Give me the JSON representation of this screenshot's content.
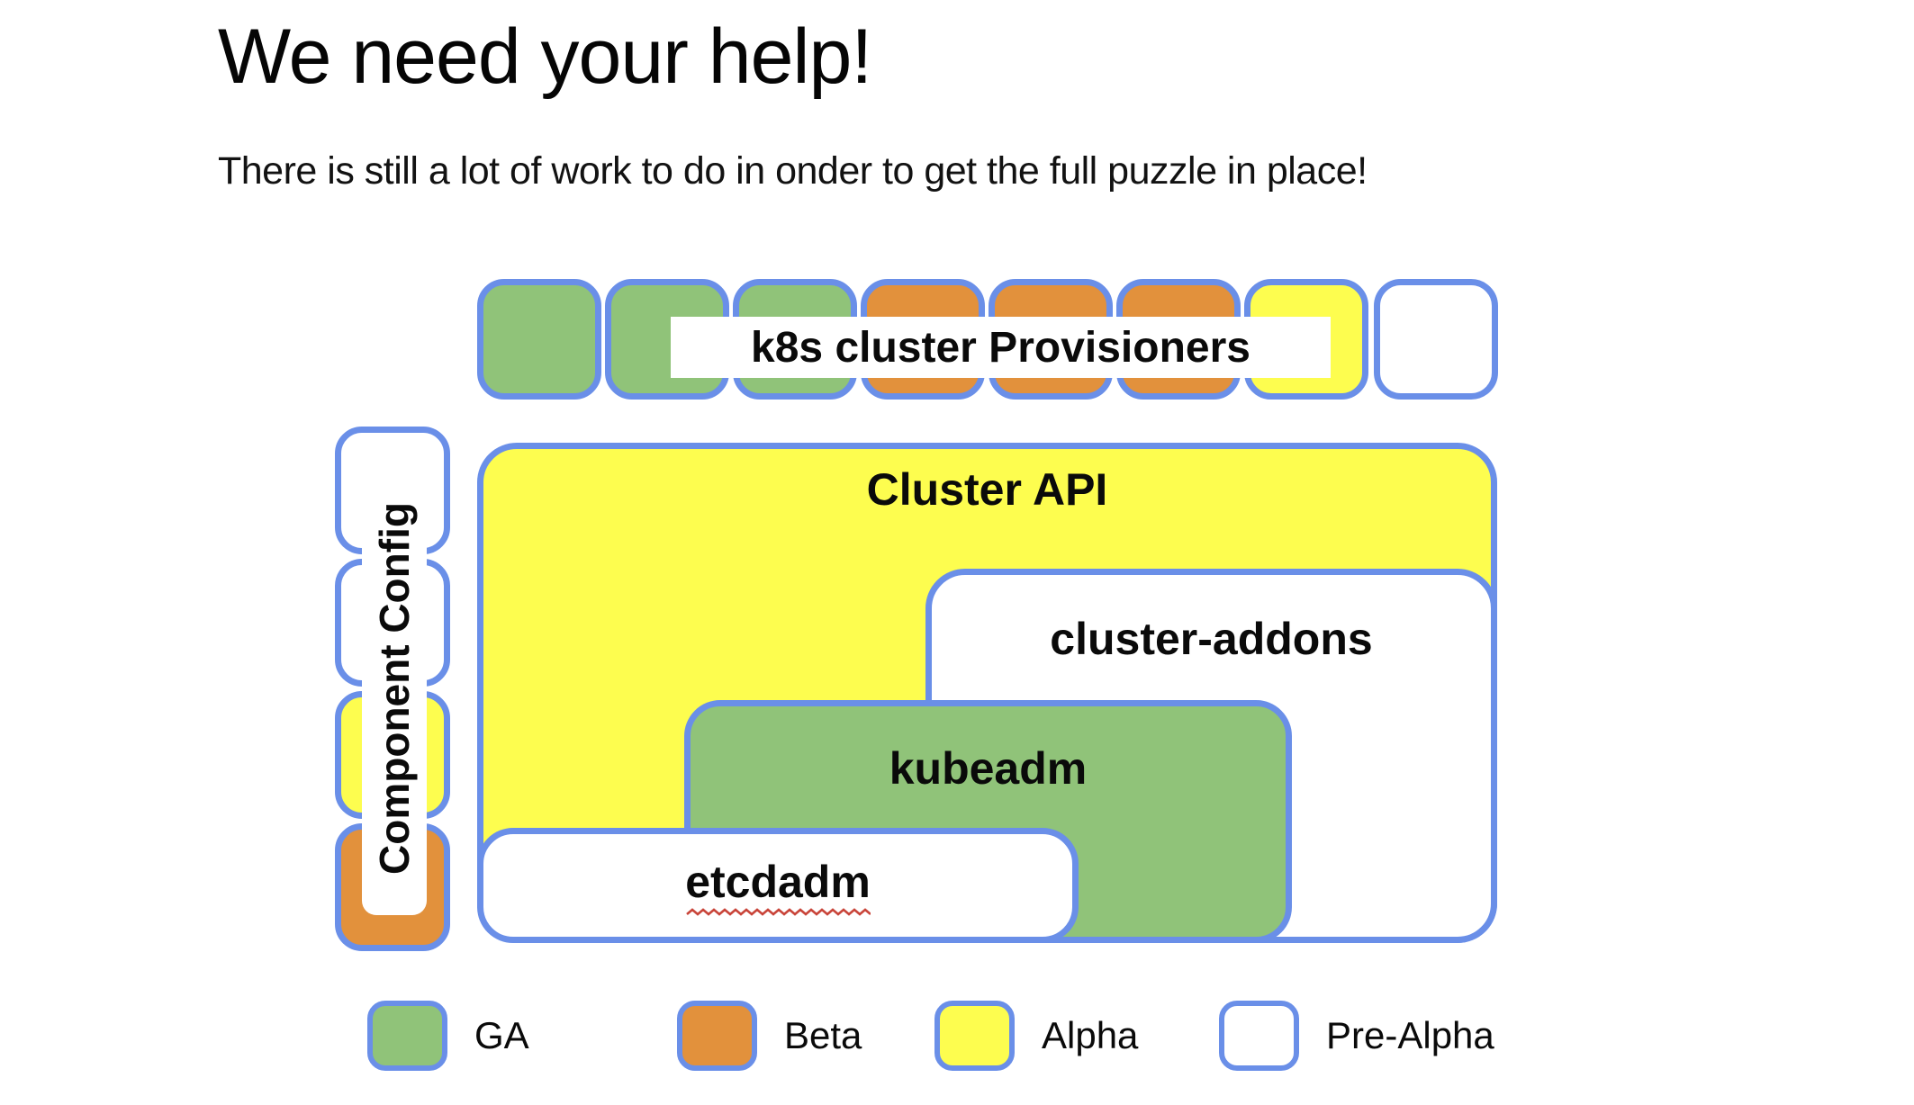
{
  "title": "We need your help!",
  "subtitle": "There is still a lot of work to do in onder to get the full puzzle in place!",
  "colors": {
    "ga": "#90C379",
    "beta": "#E2913C",
    "alpha": "#FDFD4F",
    "pre_alpha": "#FFFFFF",
    "border_blue": "#6A8FE8",
    "squiggle_red": "#C9453A",
    "text": "#0E0E0E"
  },
  "puzzle": {
    "provisioners": {
      "label": "k8s cluster Provisioners",
      "pieces": [
        "GA",
        "GA",
        "GA",
        "Beta",
        "Beta",
        "Beta",
        "Alpha",
        "Pre-Alpha"
      ]
    },
    "boxes": {
      "cluster_api": {
        "label": "Cluster API",
        "status": "Alpha"
      },
      "cluster_addons": {
        "label": "cluster-addons",
        "status": "Pre-Alpha"
      },
      "kubeadm": {
        "label": "kubeadm",
        "status": "GA"
      },
      "etcdadm": {
        "label": "etcdadm",
        "status": "Pre-Alpha",
        "spellcheck_underline": true
      }
    },
    "component_config": {
      "label": "Component Config",
      "pieces": [
        "Pre-Alpha",
        "Pre-Alpha",
        "Alpha",
        "Beta"
      ]
    }
  },
  "legend": {
    "items": [
      {
        "label": "GA",
        "color": "ga"
      },
      {
        "label": "Beta",
        "color": "beta"
      },
      {
        "label": "Alpha",
        "color": "alpha"
      },
      {
        "label": "Pre-Alpha",
        "color": "pre_alpha"
      }
    ]
  }
}
